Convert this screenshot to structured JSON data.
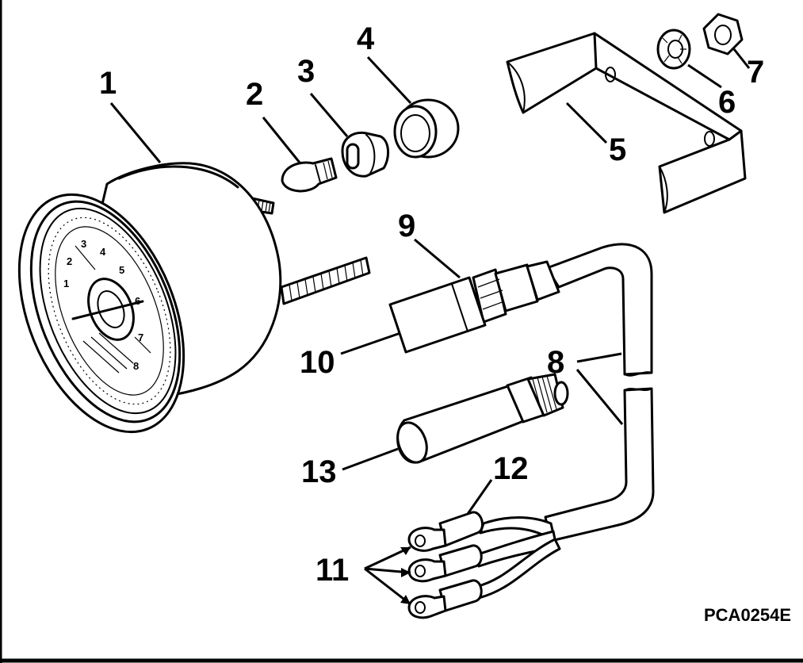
{
  "callouts": {
    "c1": "1",
    "c2": "2",
    "c3": "3",
    "c4": "4",
    "c5": "5",
    "c6": "6",
    "c7": "7",
    "c8": "8",
    "c9": "9",
    "c10": "10",
    "c11": "11",
    "c12": "12",
    "c13": "13"
  },
  "figure_code": "PCA0254E",
  "dial": {
    "numbers": [
      "1",
      "2",
      "3",
      "4",
      "5",
      "6",
      "7",
      "8"
    ]
  }
}
